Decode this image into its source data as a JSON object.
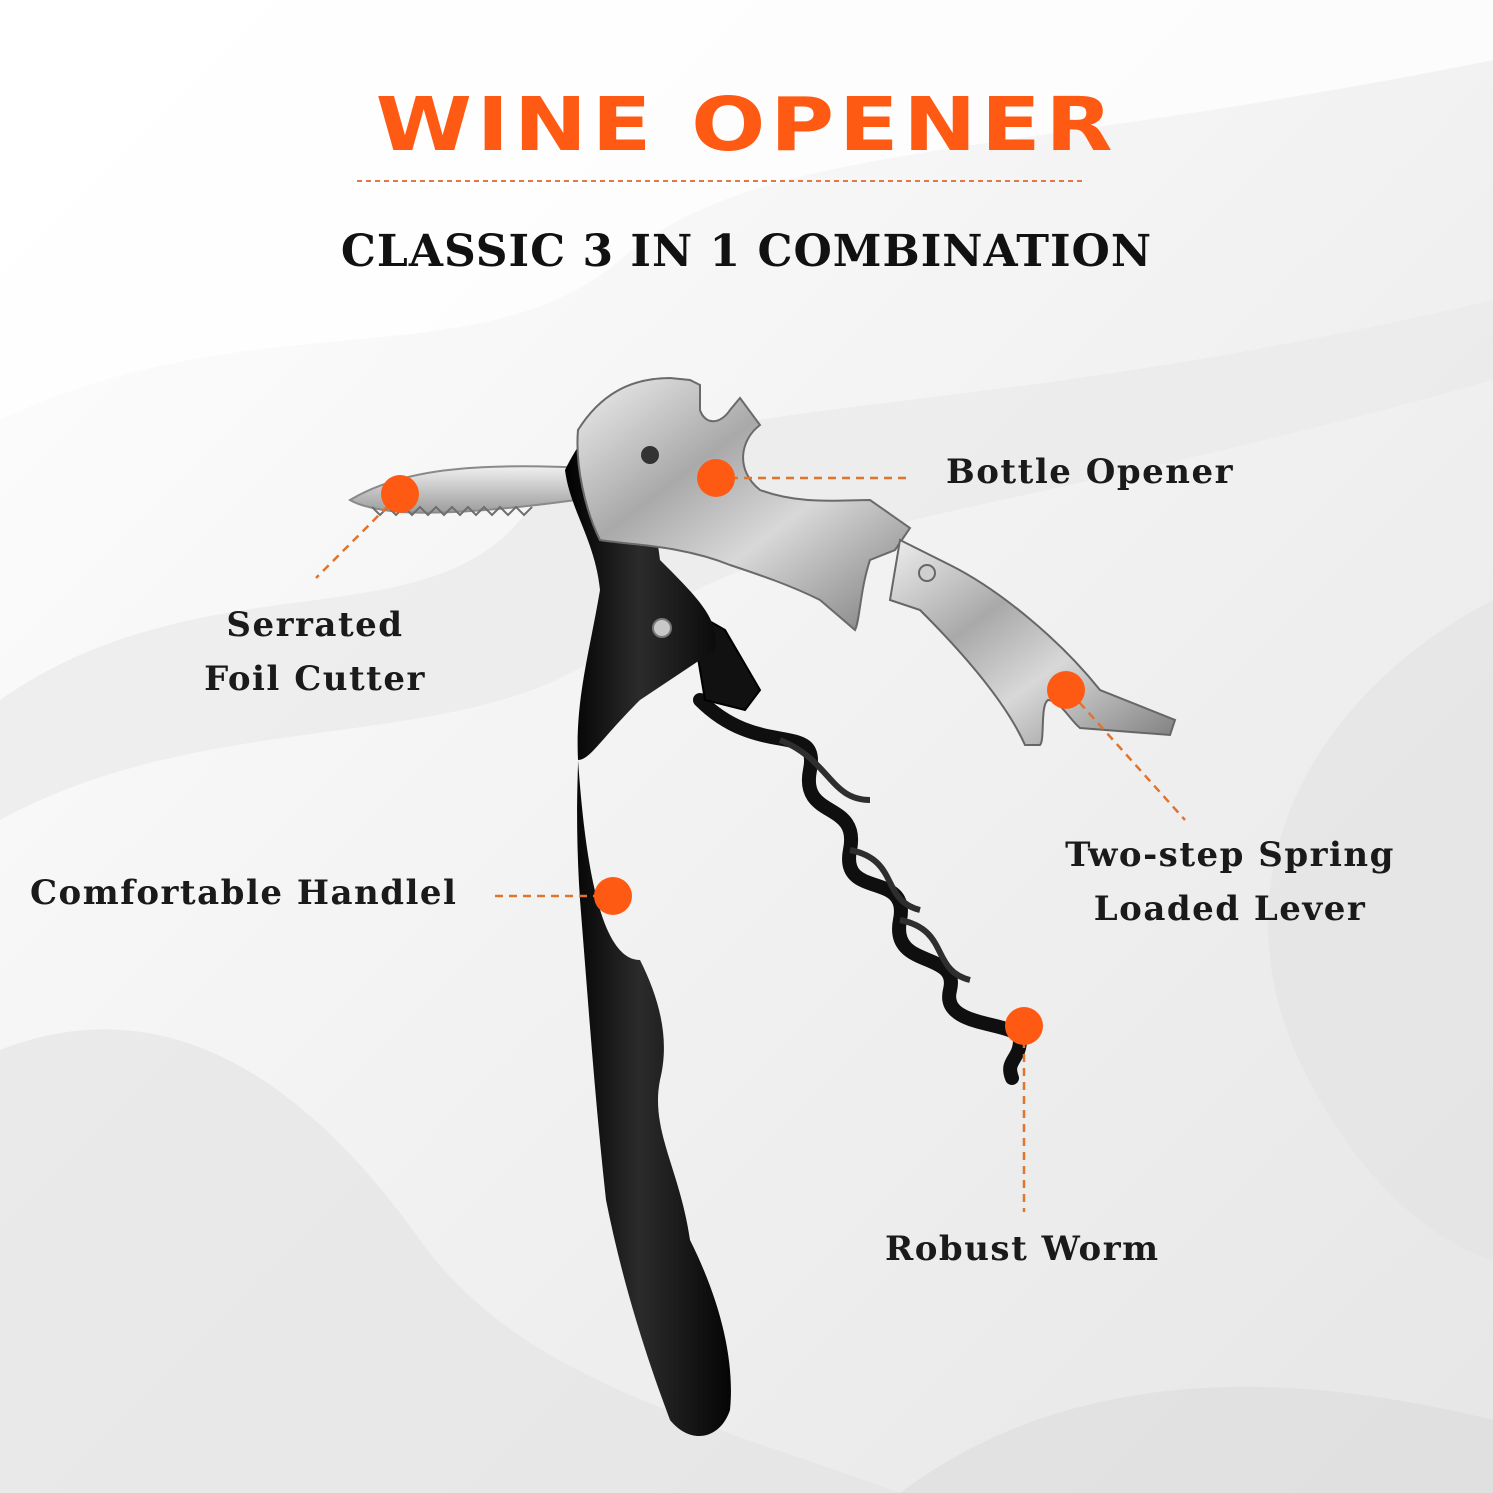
{
  "header": {
    "title": "WINE OPENER",
    "subtitle": "CLASSIC 3  IN 1 COMBINATION"
  },
  "colors": {
    "accent": "#ff5a14",
    "dot": "#ff5a14",
    "handle": "#111111",
    "steel": "#b8b8b8"
  },
  "callouts": {
    "bottle_opener": "Bottle Opener",
    "foil_cutter_line1": "Serrated",
    "foil_cutter_line2": "Foil Cutter",
    "handle": "Comfortable Handlel",
    "lever_line1": "Two-step Spring",
    "lever_line2": "Loaded Lever",
    "worm": "Robust Worm"
  }
}
